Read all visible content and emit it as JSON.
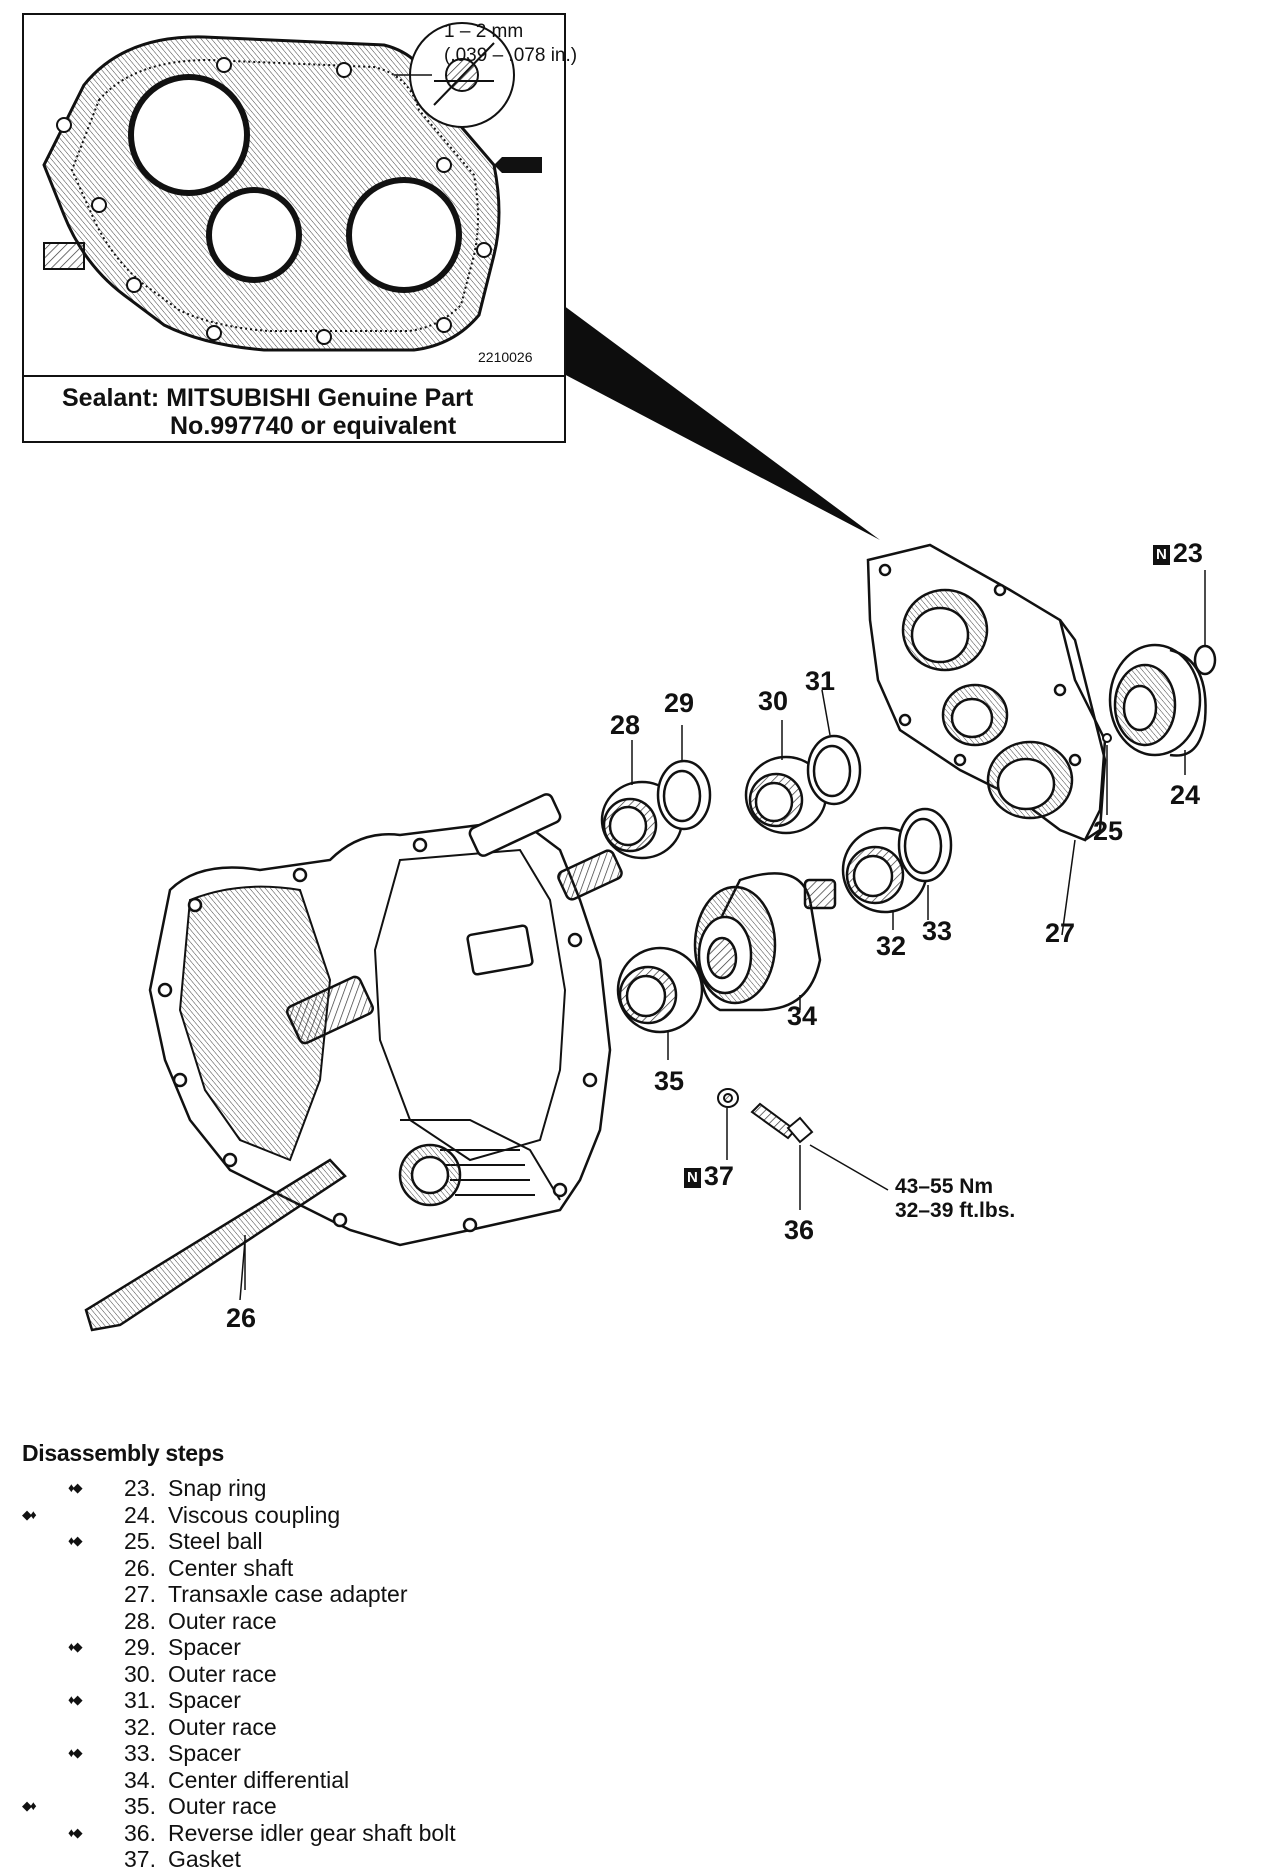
{
  "inset": {
    "dimension_line1": "1 – 2 mm",
    "dimension_line2": "(.039 – .078 in.)",
    "figure_code": "2210026",
    "caption_line1": "Sealant: MITSUBISHI Genuine Part",
    "caption_line2": "No.997740 or equivalent"
  },
  "callouts": {
    "c23": "23",
    "c24": "24",
    "c25": "25",
    "c26": "26",
    "c27": "27",
    "c28": "28",
    "c29": "29",
    "c30": "30",
    "c31": "31",
    "c32": "32",
    "c33": "33",
    "c34": "34",
    "c35": "35",
    "c36": "36",
    "c37": "37",
    "new_badge": "N"
  },
  "torque": {
    "line1": "43–55 Nm",
    "line2": "32–39 ft.lbs."
  },
  "steps_title": "Disassembly steps",
  "steps": [
    {
      "num": "23.",
      "label": "Snap ring",
      "marker": "♦◆"
    },
    {
      "num": "24.",
      "label": "Viscous coupling",
      "marker": "◆♦"
    },
    {
      "num": "25.",
      "label": "Steel ball",
      "marker": "♦◆"
    },
    {
      "num": "26.",
      "label": "Center shaft",
      "marker": ""
    },
    {
      "num": "27.",
      "label": "Transaxle case adapter",
      "marker": ""
    },
    {
      "num": "28.",
      "label": "Outer race",
      "marker": ""
    },
    {
      "num": "29.",
      "label": "Spacer",
      "marker": "♦◆"
    },
    {
      "num": "30.",
      "label": "Outer race",
      "marker": ""
    },
    {
      "num": "31.",
      "label": "Spacer",
      "marker": "♦◆"
    },
    {
      "num": "32.",
      "label": "Outer race",
      "marker": ""
    },
    {
      "num": "33.",
      "label": "Spacer",
      "marker": "♦◆"
    },
    {
      "num": "34.",
      "label": "Center differential",
      "marker": ""
    },
    {
      "num": "35.",
      "label": "Outer race",
      "marker": "◆♦"
    },
    {
      "num": "36.",
      "label": "Reverse idler gear shaft bolt",
      "marker": "♦◆"
    },
    {
      "num": "37.",
      "label": "Gasket",
      "marker": ""
    }
  ]
}
